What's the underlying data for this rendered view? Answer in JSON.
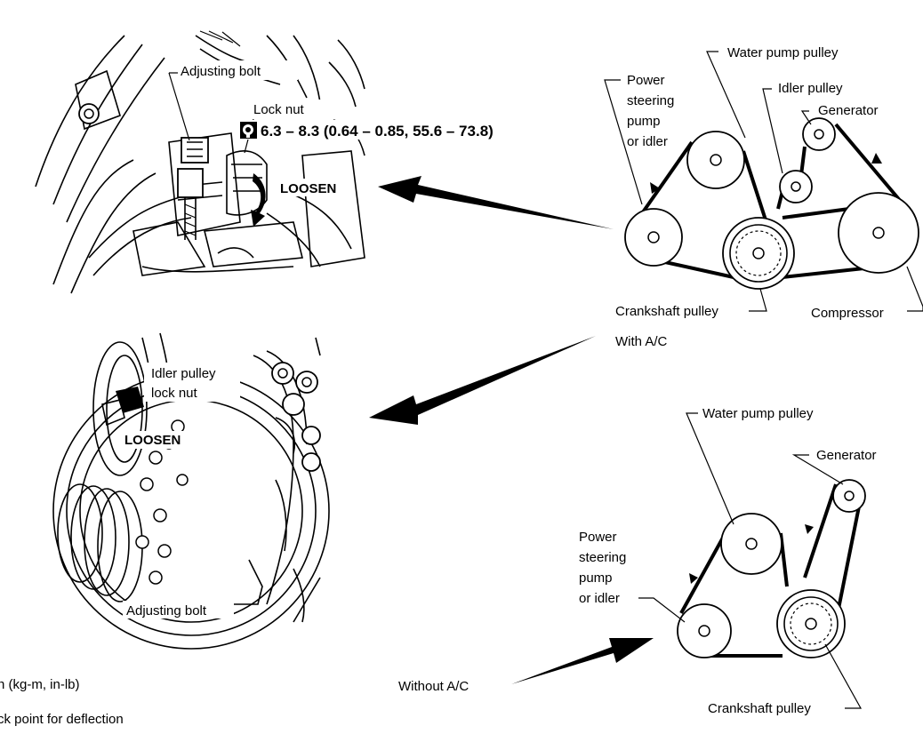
{
  "top_left": {
    "adjusting_bolt": "Adjusting bolt",
    "lock_nut": "Lock nut",
    "torque_spec": "6.3 – 8.3 (0.64 – 0.85, 55.6 – 73.8)",
    "loosen": "LOOSEN"
  },
  "bottom_left": {
    "idler_line1": "Idler pulley",
    "idler_line2": "lock nut",
    "loosen": "LOOSEN",
    "adjusting_bolt": "Adjusting bolt"
  },
  "with_ac": {
    "water_pump": "Water pump pulley",
    "power_steering": [
      "Power",
      "steering",
      "pump",
      "or idler"
    ],
    "idler": "Idler pulley",
    "generator": "Generator",
    "crankshaft": "Crankshaft pulley",
    "compressor": "Compressor",
    "caption": "With A/C"
  },
  "without_ac": {
    "water_pump": "Water pump pulley",
    "generator": "Generator",
    "power_steering": [
      "Power",
      "steering",
      "pump",
      "or idler"
    ],
    "crankshaft": "Crankshaft pulley",
    "caption": "Without A/C"
  },
  "legend": {
    "unit": "n (kg-m, in-lb)",
    "check_point": "ck point for deflection"
  },
  "icons": [
    "torque-wrench-icon",
    "arrow-icon",
    "belt-check-mark-icon"
  ]
}
